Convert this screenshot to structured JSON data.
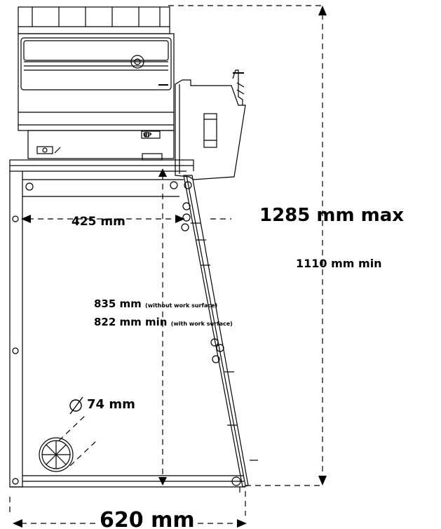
{
  "dimensions": {
    "width_425": "425 mm",
    "height_max": "1285 mm max",
    "height_min": "1110 mm min",
    "height_835": "835 mm",
    "height_835_note": "(without work surface)",
    "height_822": "822 mm min",
    "height_822_note": "(with work surface)",
    "diameter": "74 mm",
    "width_620": "620 mm"
  },
  "panel_labels": {
    "up_label": "UP"
  },
  "colors": {
    "line": "#000000",
    "background": "#ffffff"
  }
}
